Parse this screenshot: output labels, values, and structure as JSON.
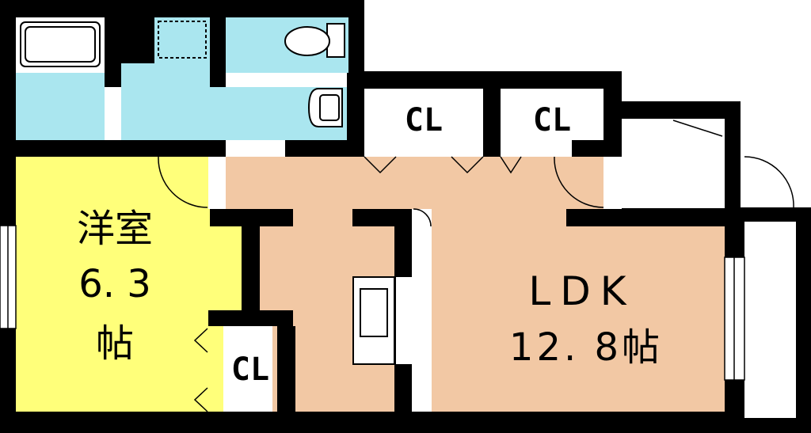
{
  "colors": {
    "wall": "#000000",
    "wet_area": "#aae6ef",
    "western_room": "#ffff7a",
    "ldk": "#f2c8a4",
    "background": "#ffffff"
  },
  "rooms": {
    "western": {
      "name": "洋室",
      "size": "6. 3",
      "unit": "帖"
    },
    "ldk": {
      "name": "LDK",
      "size": "12. 8帖"
    }
  },
  "closets": {
    "cl1": "CL",
    "cl2": "CL",
    "cl3": "CL"
  },
  "icons": [
    "bathtub-icon",
    "toilet-icon",
    "washbasin-icon",
    "washing-machine-icon",
    "kitchen-sink-icon",
    "door-swing-icon",
    "window-icon"
  ]
}
